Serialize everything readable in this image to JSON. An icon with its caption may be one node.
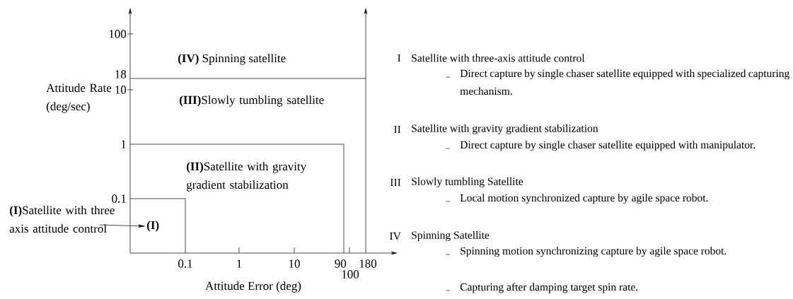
{
  "diagram": {
    "nodes": [
      {
        "text": [
          "**(I)**Satellite with three axis attitude control"
        ]
      },
      {
        "text": [
          "(I)"
        ]
      }
    ],
    "edges": [
      {
        "from": 0,
        "to": 1,
        "arrow": "to"
      }
    ],
    "labels": [
      "100",
      "18",
      "10",
      "1",
      "0.1",
      "**(IV)** Spinning satellite",
      "Attitude Rate (deg/sec)",
      "**(III)**Slowly tumbling satellite",
      "**(II)**Satellite with gravity gradient stabilization",
      "0.1",
      "1",
      "10",
      "90",
      "180",
      "100",
      "Attitude Error (deg)",
      "I",
      "Satellite with three-axis attitude control",
      "Direct capture by single chaser satellite equipped with specialized capturing mechanism.",
      "II",
      "Satellite with gravity gradient stabilization",
      "Direct capture by single chaser satellite equipped with manipulator.",
      "III",
      "Slowly tumbling Satellite",
      "Local motion synchronized capture by agile space robot.",
      "IV",
      "Spinning Satellite",
      "Spinning motion synchronizing capture by agile space robot.",
      "Capturing after damping target spin rate."
    ]
  }
}
